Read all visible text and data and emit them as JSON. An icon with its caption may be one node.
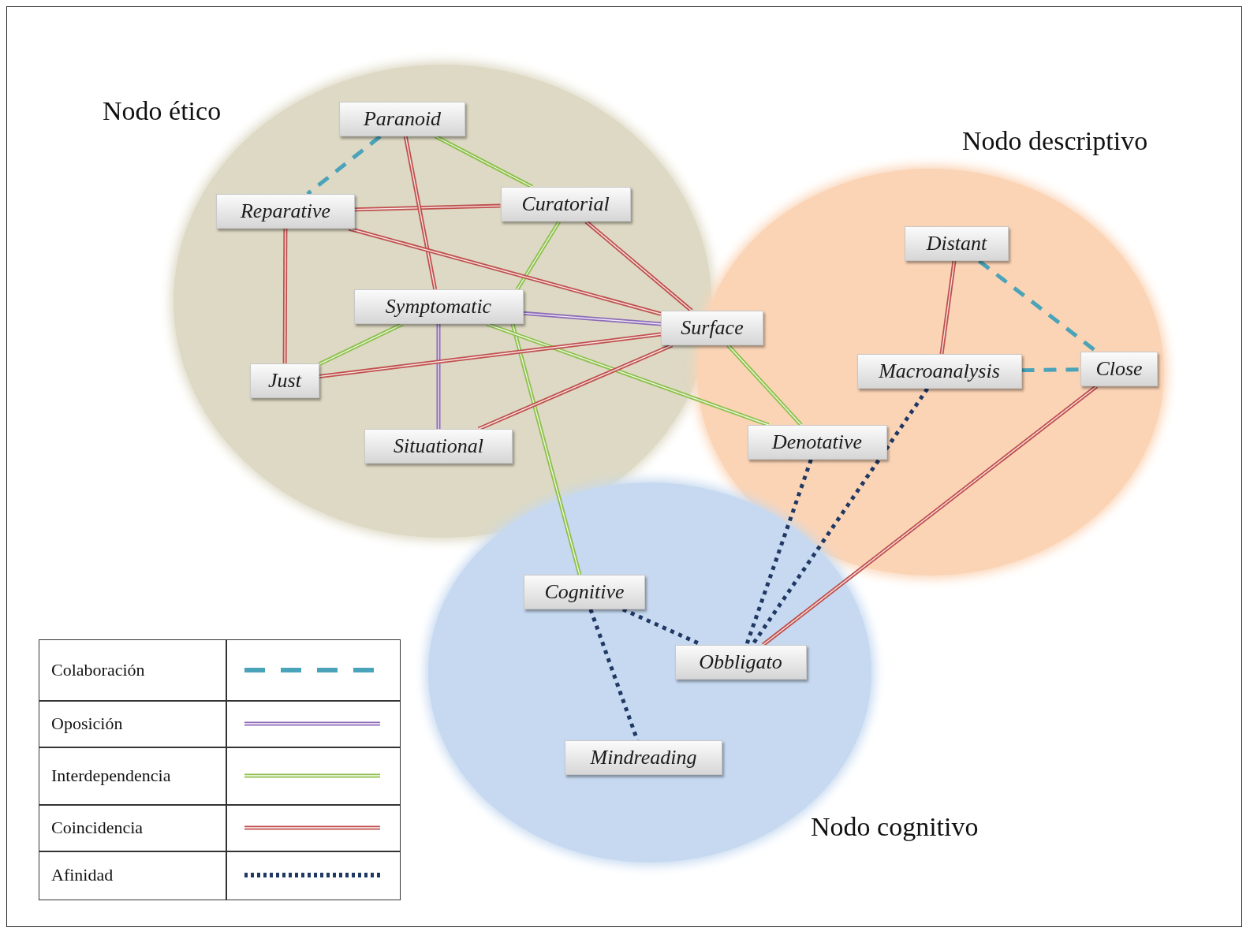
{
  "diagram": {
    "nodes": [
      {
        "text": [
          "Nodo ético"
        ]
      },
      {
        "text": [
          "Paranoid"
        ],
        "in": 0
      },
      {
        "text": [
          "Reparative"
        ],
        "in": 0
      },
      {
        "text": [
          "Curatorial"
        ],
        "in": 0
      },
      {
        "text": [
          "Symptomatic"
        ],
        "in": 0
      },
      {
        "text": [
          "Just"
        ],
        "in": 0
      },
      {
        "text": [
          "Surface"
        ]
      },
      {
        "text": [
          "Situational"
        ],
        "in": 0
      },
      {
        "text": [
          "Nodo descriptivo"
        ]
      },
      {
        "text": [
          "Distant"
        ],
        "in": 8
      },
      {
        "text": [
          "Macroanalysis"
        ],
        "in": 8
      },
      {
        "text": [
          "Close"
        ],
        "in": 8
      },
      {
        "text": [
          "Denotative"
        ],
        "in": 8
      },
      {
        "text": [
          "Nodo cognitivo"
        ]
      },
      {
        "text": [
          "Cognitive"
        ],
        "in": 13
      },
      {
        "text": [
          "Obbligato"
        ],
        "in": 13
      },
      {
        "text": [
          "Mindreading"
        ],
        "in": 13
      }
    ],
    "edges": [
      {
        "from": 1,
        "to": 2,
        "arrow": "none",
        "style": "dashed",
        "color": "#4aa3b8"
      },
      {
        "from": 9,
        "to": 11,
        "arrow": "none",
        "style": "dashed",
        "color": "#4aa3b8"
      },
      {
        "from": 10,
        "to": 11,
        "arrow": "none",
        "style": "dashed",
        "color": "#4aa3b8"
      },
      {
        "from": 4,
        "to": 6,
        "arrow": "none",
        "color": "#8e6bb8"
      },
      {
        "from": 4,
        "to": 7,
        "arrow": "none",
        "color": "#8e6bb8"
      },
      {
        "from": 1,
        "to": 3,
        "arrow": "none",
        "color": "#8dc04a"
      },
      {
        "from": 3,
        "to": 4,
        "arrow": "none",
        "color": "#8dc04a"
      },
      {
        "from": 4,
        "to": 5,
        "arrow": "none",
        "color": "#8dc04a"
      },
      {
        "from": 4,
        "to": 14,
        "arrow": "none",
        "color": "#8dc04a"
      },
      {
        "from": 4,
        "to": 12,
        "arrow": "none",
        "color": "#8dc04a"
      },
      {
        "from": 6,
        "to": 12,
        "arrow": "none",
        "color": "#8dc04a"
      },
      {
        "from": 2,
        "to": 3,
        "arrow": "none"
      },
      {
        "from": 1,
        "to": 4,
        "arrow": "none"
      },
      {
        "from": 2,
        "to": 6,
        "arrow": "none"
      },
      {
        "from": 3,
        "to": 6,
        "arrow": "none"
      },
      {
        "from": 2,
        "to": 5,
        "arrow": "none"
      },
      {
        "from": 5,
        "to": 6,
        "arrow": "none"
      },
      {
        "from": 7,
        "to": 6,
        "arrow": "none"
      },
      {
        "from": 9,
        "to": 10,
        "arrow": "none"
      },
      {
        "from": 11,
        "to": 15,
        "arrow": "none"
      },
      {
        "from": 12,
        "to": 15,
        "arrow": "none",
        "style": "dashed",
        "color": "#1f3864"
      },
      {
        "from": 10,
        "to": 15,
        "arrow": "none",
        "style": "dashed",
        "color": "#1f3864"
      },
      {
        "from": 14,
        "to": 15,
        "arrow": "none",
        "style": "dashed",
        "color": "#1f3864"
      },
      {
        "from": 14,
        "to": 16,
        "arrow": "none",
        "style": "dashed",
        "color": "#1f3864"
      }
    ],
    "legend": [
      {
        "text": "Colaboración"
      },
      {
        "text": "Oposición"
      },
      {
        "text": "Interdependencia"
      },
      {
        "text": "Coincidencia"
      },
      {
        "text": "Afinidad"
      }
    ]
  }
}
